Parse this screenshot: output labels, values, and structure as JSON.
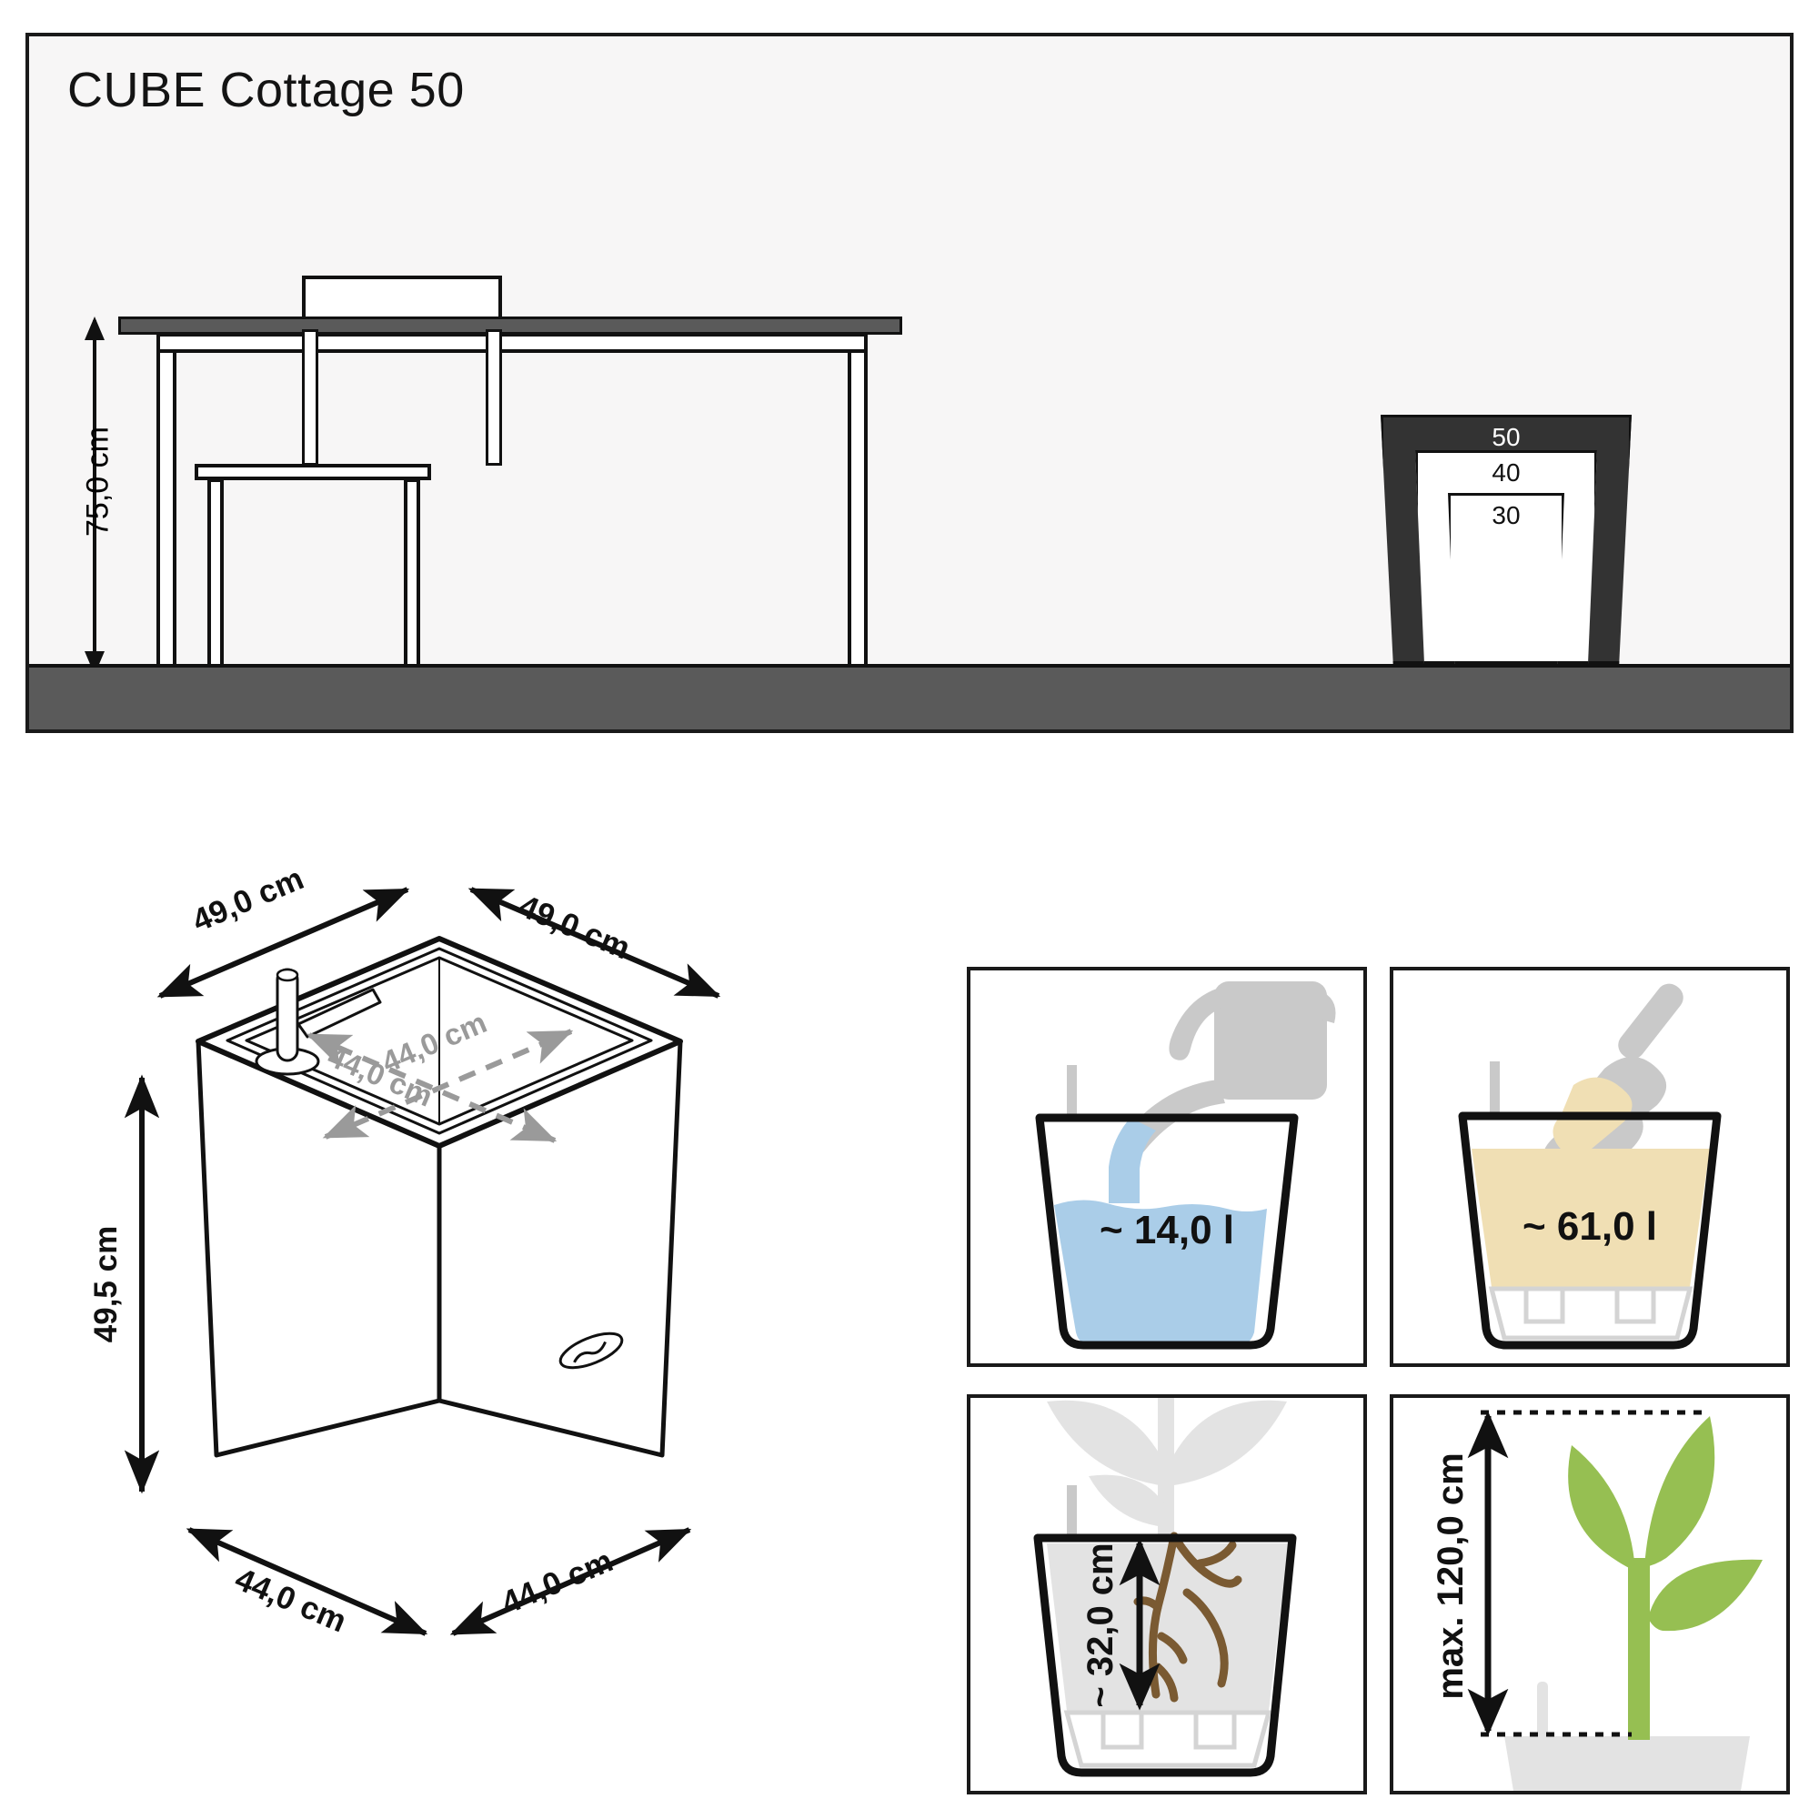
{
  "product": {
    "title": "CUBE Cottage 50"
  },
  "scene": {
    "table_height_label": "75,0 cm",
    "floor_color": "#5a5a5a",
    "background_color": "#f7f6f6",
    "size_comparison": {
      "items": [
        {
          "label": "50",
          "text_color": "#ffffff",
          "fill": "#333333"
        },
        {
          "label": "40",
          "text_color": "#111111",
          "fill": "#ffffff"
        },
        {
          "label": "30",
          "text_color": "#111111",
          "fill": "#ffffff"
        }
      ]
    }
  },
  "cube_dimensions": {
    "outer_top_left": "49,0 cm",
    "outer_top_right": "49,0 cm",
    "inner_top_left": "44,0 cm",
    "inner_top_right": "44,0 cm",
    "height": "49,5 cm",
    "bottom_left": "44,0 cm",
    "bottom_right": "44,0 cm",
    "dimension_color_outer": "#111111",
    "dimension_color_inner": "#9a9a9a"
  },
  "features": [
    {
      "id": "water-reservoir",
      "icon": "watering-can-icon",
      "value": "~ 14,0 l",
      "fill_color": "#aacde8"
    },
    {
      "id": "substrate-volume",
      "icon": "trowel-icon",
      "value": "~ 61,0 l",
      "fill_color": "#f0dfb4"
    },
    {
      "id": "rooting-depth",
      "icon": "roots-icon",
      "value": "~ 32,0 cm",
      "fill_color": "#e3e3e3",
      "root_color": "#7a5a32"
    },
    {
      "id": "max-plant-height",
      "icon": "plant-icon",
      "value": "max. 120,0 cm",
      "fill_color": "#96bf52"
    }
  ]
}
